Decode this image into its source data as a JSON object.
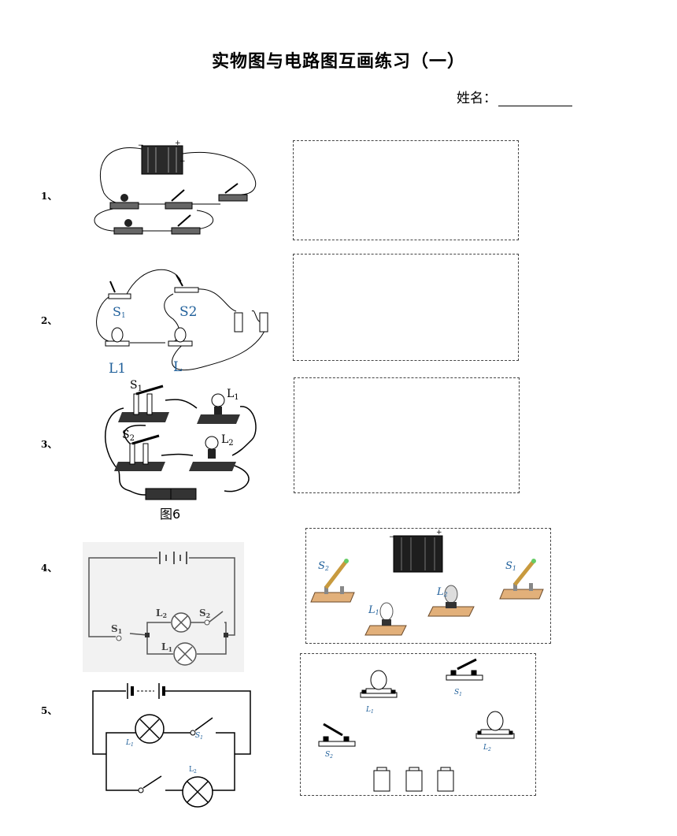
{
  "header": {
    "title": "实物图与电路图互画练习（一）",
    "name_label": "姓名："
  },
  "questions": [
    {
      "number": "1、"
    },
    {
      "number": "2、",
      "labels": {
        "s1": "S",
        "s1_sub": "1",
        "s2": "S2",
        "l1": "L1",
        "l2": "L"
      }
    },
    {
      "number": "3、",
      "labels": {
        "s1": "S",
        "s1_sub": "1",
        "l1": "L",
        "l1_sub": "1",
        "s2": "S",
        "s2_sub": "2",
        "l2": "L",
        "l2_sub": "2",
        "caption": "图6"
      }
    },
    {
      "number": "4、",
      "labels": {
        "l2": "L",
        "l2_sub": "2",
        "s2": "S",
        "s2_sub": "2",
        "s1": "S",
        "s1_sub": "1",
        "l1": "L",
        "l1_sub": "1"
      },
      "box_labels": {
        "s2": "S",
        "s2_sub": "2",
        "s1": "S",
        "s1_sub": "1",
        "l2": "L",
        "l2_sub": "2",
        "l1": "L",
        "l1_sub": "1"
      }
    },
    {
      "number": "5、",
      "labels": {
        "l1": "L",
        "l1_sub": "1",
        "s1": "S",
        "s1_sub": "1",
        "l2": "L",
        "l2_sub": "2"
      },
      "box_labels": {
        "l1": "L",
        "l1_sub": "1",
        "s1": "S",
        "s1_sub": "1",
        "s2": "S",
        "s2_sub": "2",
        "l2": "L",
        "l2_sub": "2"
      }
    }
  ]
}
